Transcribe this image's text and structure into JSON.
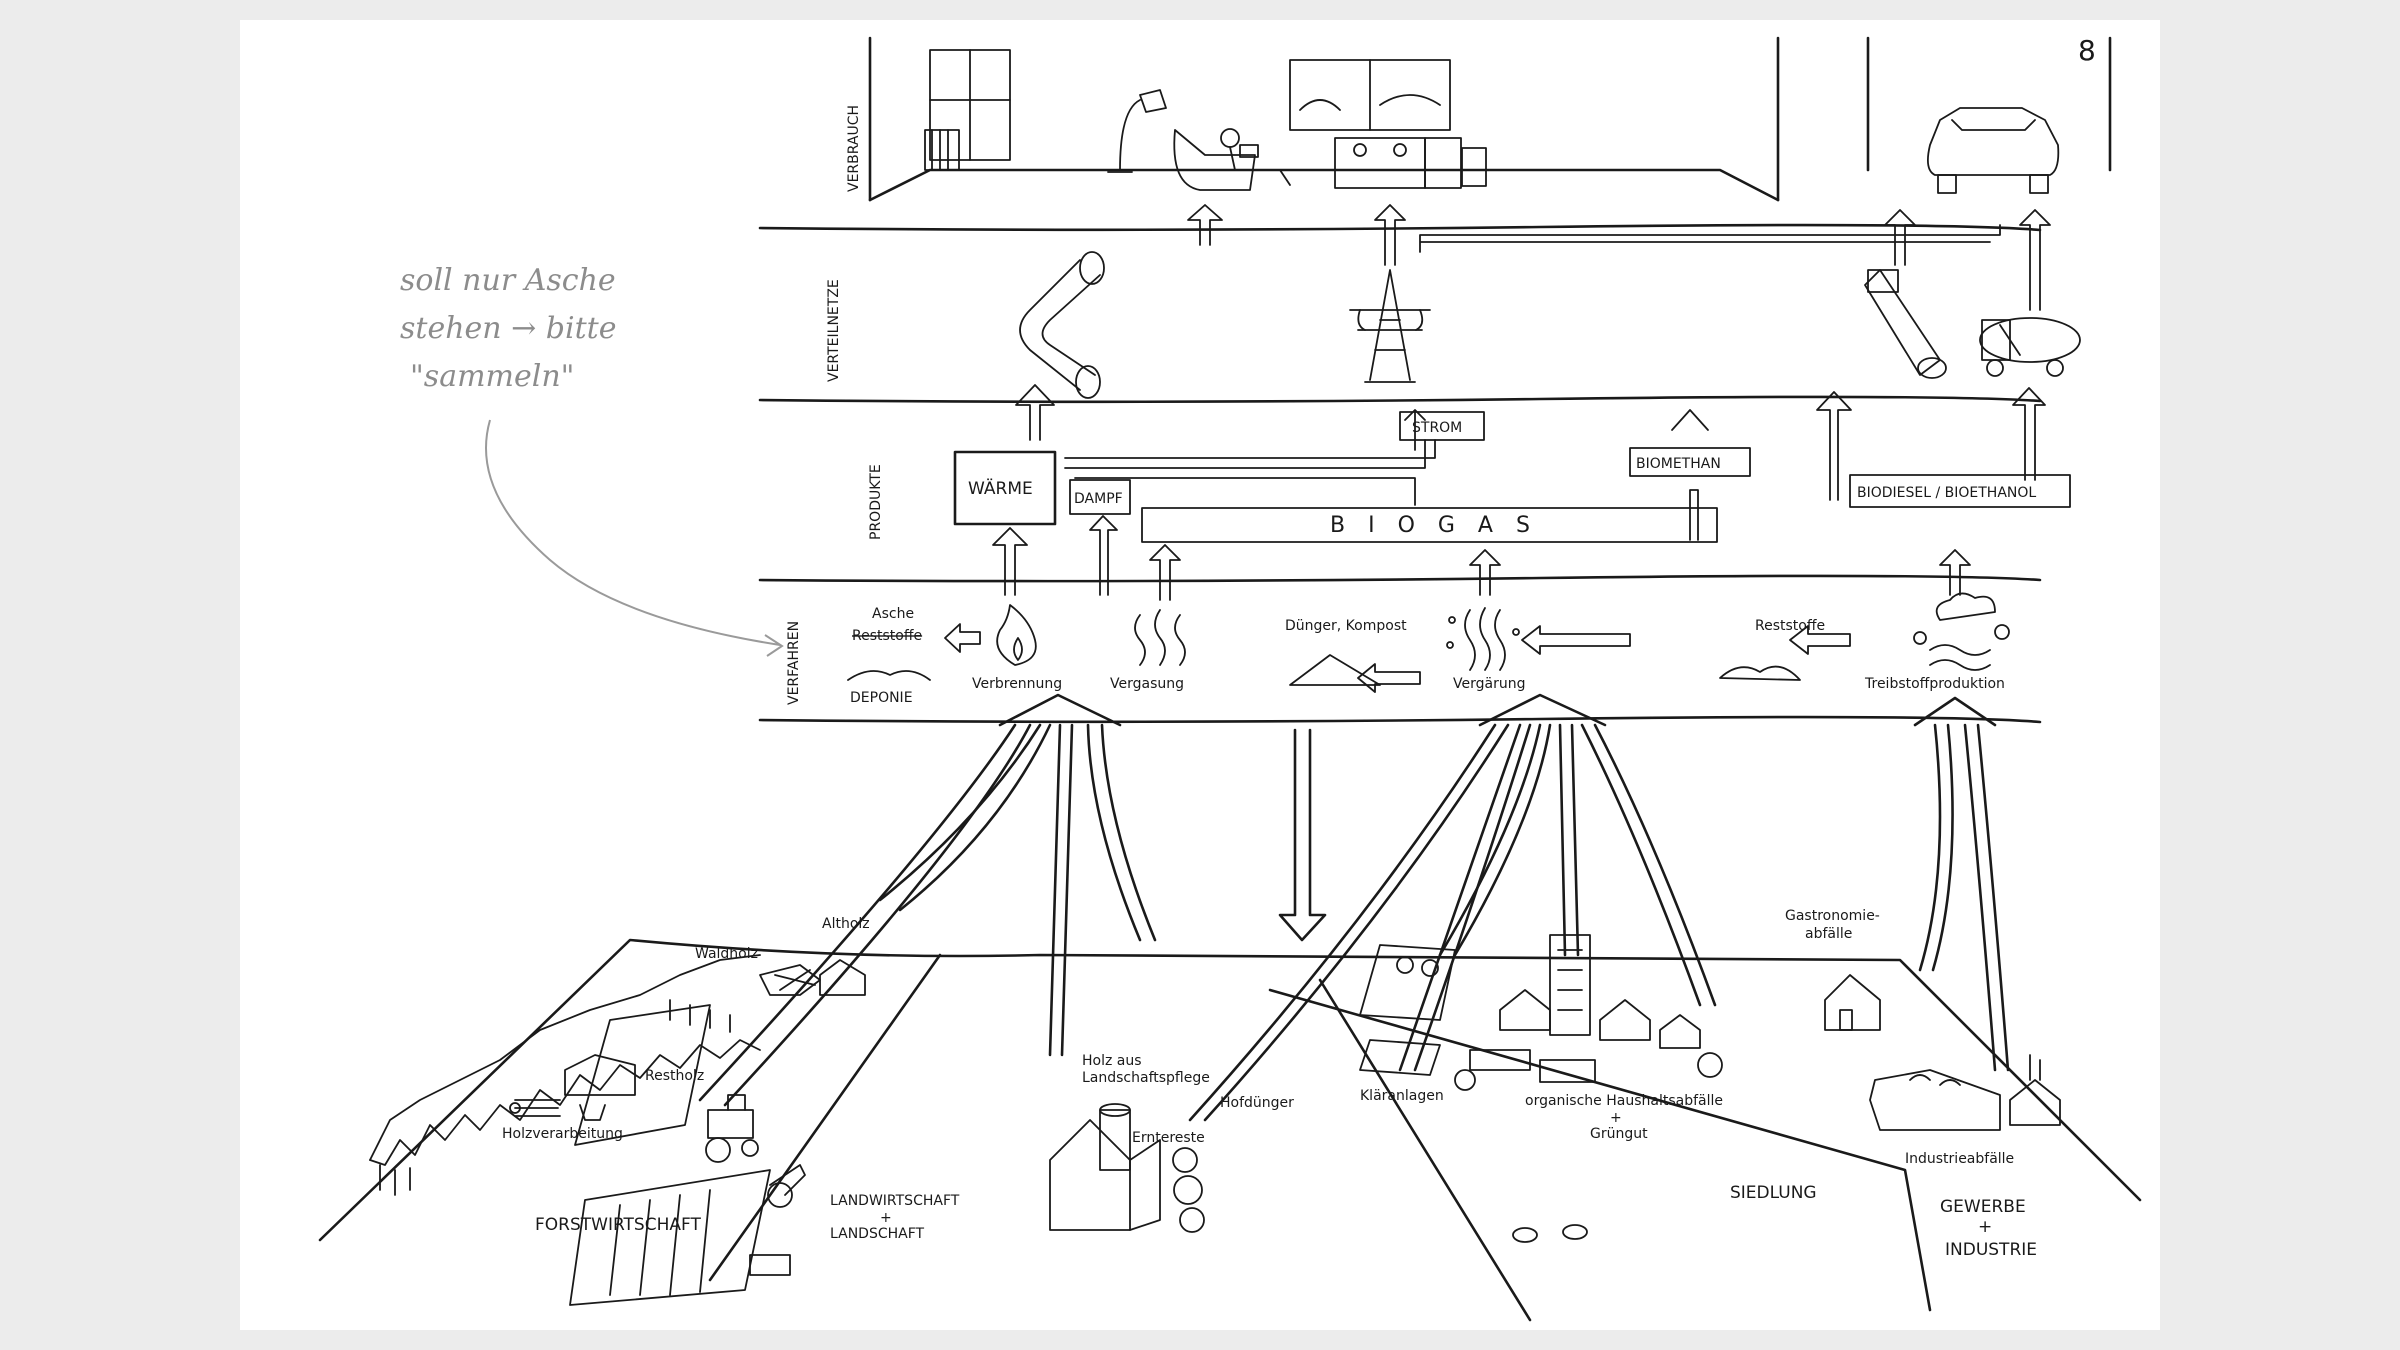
{
  "page_number": "8",
  "bands": {
    "verbrauch": "VERBRAUCH",
    "verteilnetze": "VERTEILNETZE",
    "produkte": "PRODUKTE",
    "verfahren": "VERFAHREN"
  },
  "products": {
    "waerme": "WÄRME",
    "dampf": "DAMPF",
    "biogas": "B I O G A S",
    "strom": "STROM",
    "biomethan": "BIOMETHAN",
    "biodiesel": "BIODIESEL / BIOETHANOL"
  },
  "processes": {
    "asche": "Asche",
    "reststoffe_struck": "Reststoffe",
    "deponie": "DEPONIE",
    "verbrennung": "Verbrennung",
    "vergasung": "Vergasung",
    "duenger": "Dünger, Kompost",
    "vergaerung": "Vergärung",
    "reststoffe": "Reststoffe",
    "treibstoff": "Treibstoffproduktion"
  },
  "sources": {
    "waldholz": "Waldholz",
    "restholz": "Restholz",
    "holzverarbeitung": "Holzverarbeitung",
    "altholz": "Altholz",
    "holz_landschaft_1": "Holz aus",
    "holz_landschaft_2": "Landschaftspflege",
    "erntereste": "Erntereste",
    "hofduenger": "Hofdünger",
    "klaeranlagen": "Kläranlagen",
    "haushalt_1": "organische Haushaltsabfälle",
    "haushalt_2": "+",
    "haushalt_3": "Grüngut",
    "gastro_1": "Gastronomie-",
    "gastro_2": "abfälle",
    "industrie": "Industrieabfälle"
  },
  "sectors": {
    "forst": "FORSTWIRTSCHAFT",
    "land_1": "LANDWIRTSCHAFT",
    "land_2": "+",
    "land_3": "LANDSCHAFT",
    "siedlung": "SIEDLUNG",
    "gewerbe_1": "GEWERBE",
    "gewerbe_2": "+",
    "gewerbe_3": "INDUSTRIE"
  },
  "pencil_note": {
    "line1": "soll nur Asche",
    "line2": "stehen → bitte",
    "line3": "\"sammeln\""
  },
  "colors": {
    "ink": "#1a1a1a",
    "pencil": "#9a9a9a",
    "paper": "#ffffff",
    "background": "#ececec"
  }
}
